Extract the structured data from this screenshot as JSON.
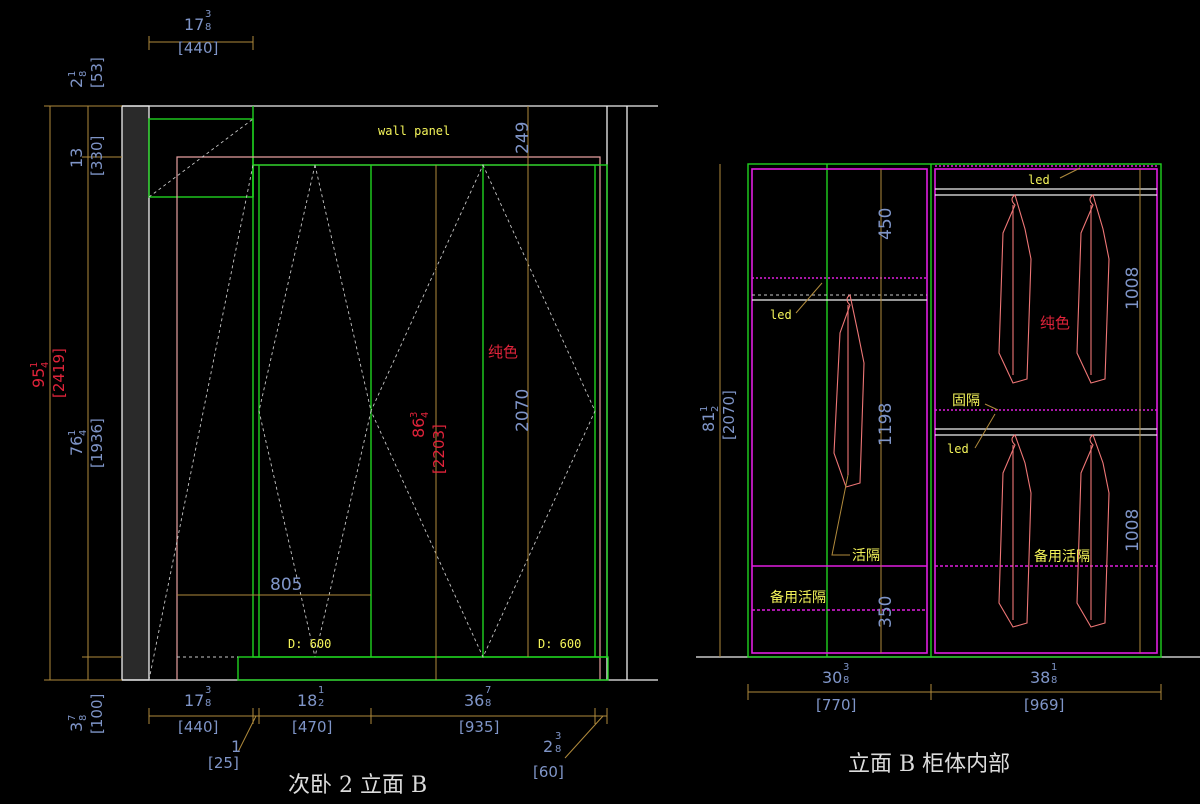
{
  "left_elevation": {
    "title": "次卧 2 立面 B",
    "dim_top_width": {
      "num": "17",
      "frac_top": "3",
      "frac_bot": "8",
      "mm": "[440]"
    },
    "dim_top_gap": {
      "num": "2",
      "frac_top": "1",
      "frac_bot": "8",
      "mm": "[53]"
    },
    "dim_upper": {
      "num": "13",
      "mm": "[330]"
    },
    "dim_total": {
      "num": "95",
      "frac_top": "1",
      "frac_bot": "4",
      "mm": "[2419]"
    },
    "dim_mid": {
      "num": "76",
      "frac_top": "1",
      "frac_bot": "4",
      "mm": "[1936]"
    },
    "dim_base": {
      "num": "3",
      "frac_top": "7",
      "frac_bot": "8",
      "mm": "[100]"
    },
    "dim_door_height": {
      "num": "86",
      "frac_top": "3",
      "frac_bot": "4",
      "mm": "[2203]"
    },
    "dim_249": "249",
    "dim_2070": "2070",
    "dim_805": "805",
    "wall_panel_label": "wall panel",
    "solid_color_label": "纯色",
    "depth_left": "D: 600",
    "depth_right": "D: 600",
    "bottom_dims": [
      {
        "num": "17",
        "frac_top": "3",
        "frac_bot": "8",
        "mm": "[440]"
      },
      {
        "num": "18",
        "frac_top": "1",
        "frac_bot": "2",
        "mm": "[470]"
      },
      {
        "num": "36",
        "frac_top": "7",
        "frac_bot": "8",
        "mm": "[935]"
      }
    ],
    "dim_25": {
      "num": "1",
      "mm": "[25]"
    },
    "dim_60": {
      "num": "2",
      "frac_top": "3",
      "frac_bot": "8",
      "mm": "[60]"
    }
  },
  "right_elevation": {
    "title": "立面 B 柜体内部",
    "dim_height": {
      "num": "81",
      "frac_top": "1",
      "frac_bot": "2",
      "mm": "[2070]"
    },
    "dim_450": "450",
    "dim_1198": "1198",
    "dim_350": "350",
    "dim_1008_top": "1008",
    "dim_1008_bot": "1008",
    "led_labels": [
      "led",
      "led",
      "led"
    ],
    "solid_color_label": "纯色",
    "fixed_shelf_label": "固隔",
    "movable_shelf_label": "活隔",
    "spare_movable_label_left": "备用活隔",
    "spare_movable_label_right": "备用活隔",
    "bottom_dims": [
      {
        "num": "30",
        "frac_top": "3",
        "frac_bot": "8",
        "mm": "[770]"
      },
      {
        "num": "38",
        "frac_top": "1",
        "frac_bot": "8",
        "mm": "[969]"
      }
    ]
  },
  "colors": {
    "background": "#000000",
    "wall": "#f0f0f0",
    "cabinet": "#1fd21f",
    "trim": "#e7a0a0",
    "shelf": "#e01ee0",
    "dimension_line": "#b08a3c",
    "dimension_text": "#7f95c8",
    "overall_dimension_text": "#e0233a",
    "annotation_text": "#f5f55a"
  }
}
